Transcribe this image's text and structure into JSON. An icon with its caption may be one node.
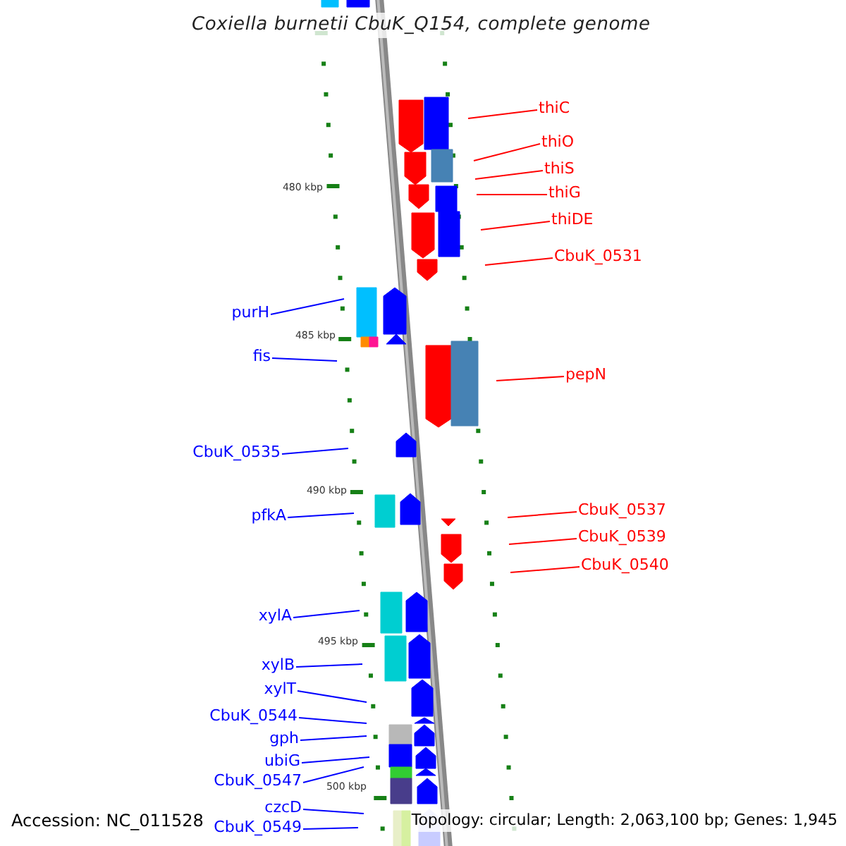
{
  "diagram": {
    "title": "Coxiella burnetii CbuK_Q154, complete genome",
    "nodes": [
      {
        "text": [
          "thiC"
        ]
      },
      {
        "text": [
          "thiO"
        ]
      },
      {
        "text": [
          "thiS"
        ]
      },
      {
        "text": [
          "thiG"
        ]
      },
      {
        "text": [
          "thiDE"
        ]
      },
      {
        "text": [
          "CbuK_0531"
        ]
      },
      {
        "text": [
          "purH"
        ]
      },
      {
        "text": [
          "fis"
        ]
      },
      {
        "text": [
          "pepN"
        ]
      },
      {
        "text": [
          "CbuK_0535"
        ]
      },
      {
        "text": [
          "CbuK_0537"
        ]
      },
      {
        "text": [
          "pfkA"
        ]
      },
      {
        "text": [
          "CbuK_0539"
        ]
      },
      {
        "text": [
          "CbuK_0540"
        ]
      },
      {
        "text": [
          "xylA"
        ]
      },
      {
        "text": [
          "xylB"
        ]
      },
      {
        "text": [
          "xylT"
        ]
      },
      {
        "text": [
          "CbuK_0544"
        ]
      },
      {
        "text": [
          "gph"
        ]
      },
      {
        "text": [
          "ubiG"
        ]
      },
      {
        "text": [
          "CbuK_0547"
        ]
      },
      {
        "text": [
          "czcD"
        ]
      },
      {
        "text": [
          "CbuK_0549"
        ]
      }
    ],
    "edges": [
      {
        "from": 0,
        "to": null,
        "arrow": "none",
        "color": "#ff0000"
      },
      {
        "from": 1,
        "to": null,
        "arrow": "none",
        "color": "#ff0000"
      },
      {
        "from": 2,
        "to": null,
        "arrow": "none",
        "color": "#ff0000"
      },
      {
        "from": 3,
        "to": null,
        "arrow": "none",
        "color": "#ff0000"
      },
      {
        "from": 4,
        "to": null,
        "arrow": "none",
        "color": "#ff0000"
      },
      {
        "from": 5,
        "to": null,
        "arrow": "none",
        "color": "#ff0000"
      },
      {
        "from": 6,
        "to": null,
        "arrow": "none"
      },
      {
        "from": 7,
        "to": null,
        "arrow": "none"
      },
      {
        "from": 8,
        "to": null,
        "arrow": "none",
        "color": "#ff0000"
      },
      {
        "from": 9,
        "to": null,
        "arrow": "none"
      },
      {
        "from": 10,
        "to": null,
        "arrow": "none",
        "color": "#ff0000"
      },
      {
        "from": 11,
        "to": null,
        "arrow": "none"
      },
      {
        "from": 12,
        "to": null,
        "arrow": "none",
        "color": "#ff0000"
      },
      {
        "from": 13,
        "to": null,
        "arrow": "none",
        "color": "#ff0000"
      },
      {
        "from": 14,
        "to": null,
        "arrow": "none"
      },
      {
        "from": 15,
        "to": null,
        "arrow": "none"
      },
      {
        "from": 16,
        "to": null,
        "arrow": "none"
      },
      {
        "from": 17,
        "to": null,
        "arrow": "none"
      },
      {
        "from": 18,
        "to": null,
        "arrow": "none"
      },
      {
        "from": 19,
        "to": null,
        "arrow": "none"
      },
      {
        "from": 20,
        "to": null,
        "arrow": "none"
      },
      {
        "from": 21,
        "to": null,
        "arrow": "none"
      },
      {
        "from": 22,
        "to": null,
        "arrow": "none"
      }
    ],
    "labels": [
      "480 kbp",
      "485 kbp",
      "490 kbp",
      "495 kbp",
      "500 kbp",
      "Accession: NC_011528",
      "Topology: circular; Length: 2,063,100 bp; Genes: 1,945"
    ]
  }
}
